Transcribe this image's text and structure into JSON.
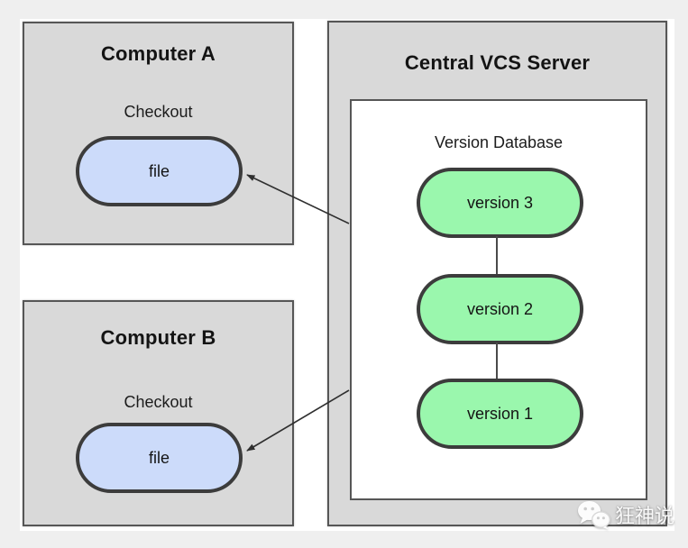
{
  "computer_a": {
    "title": "Computer A",
    "checkout_label": "Checkout",
    "file_label": "file"
  },
  "computer_b": {
    "title": "Computer B",
    "checkout_label": "Checkout",
    "file_label": "file"
  },
  "server": {
    "title": "Central VCS Server",
    "database": {
      "title": "Version Database",
      "versions": [
        {
          "label": "version 3"
        },
        {
          "label": "version 2"
        },
        {
          "label": "version 1"
        }
      ]
    }
  },
  "connections": [
    {
      "from": "version-database",
      "to": "computer-a-file-node",
      "type": "arrow"
    },
    {
      "from": "version-database",
      "to": "computer-b-file-node",
      "type": "arrow"
    },
    {
      "from": "version-3-node",
      "to": "version-2-node",
      "type": "line"
    },
    {
      "from": "version-2-node",
      "to": "version-1-node",
      "type": "line"
    }
  ],
  "watermark": {
    "icon": "wechat-icon",
    "text": "狂神说"
  },
  "colors": {
    "page_background": "#efefef",
    "panel_background": "#ffffff",
    "box_fill": "#d9d9d9",
    "box_border": "#565656",
    "file_node_fill": "#ccdbfa",
    "version_node_fill": "#9af7ad",
    "node_border": "#3c3c3c",
    "arrow": "#2f2f2f",
    "text": "#141414",
    "watermark_text": "#ffffff"
  }
}
